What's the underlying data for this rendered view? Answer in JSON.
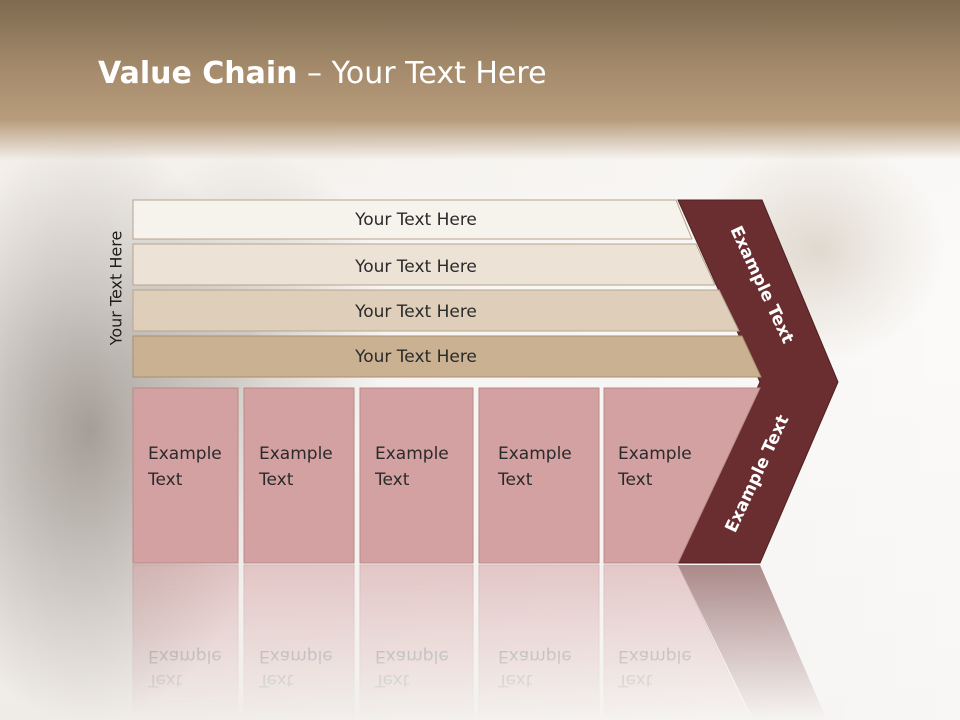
{
  "slide": {
    "title_bold": "Value Chain",
    "title_rest": " – Your Text Here",
    "side_label": "Your Text Here"
  },
  "rows": [
    {
      "label": "Your Text Here",
      "color": "#f6f2ec"
    },
    {
      "label": "Your Text Here",
      "color": "#ece2d6"
    },
    {
      "label": "Your Text Here",
      "color": "#dfcfba"
    },
    {
      "label": "Your Text Here",
      "color": "#c9b192"
    }
  ],
  "cells": [
    {
      "line1": "Example",
      "line2": "Text"
    },
    {
      "line1": "Example",
      "line2": "Text"
    },
    {
      "line1": "Example",
      "line2": "Text"
    },
    {
      "line1": "Example",
      "line2": "Text"
    },
    {
      "line1": "Example",
      "line2": "Text"
    }
  ],
  "chevron": {
    "upper_label": "Example Text",
    "lower_label": "Example Text",
    "color": "#6b2e30"
  },
  "colors": {
    "cell_fill": "#d4a1a3",
    "cell_stroke": "#b88a8a"
  }
}
